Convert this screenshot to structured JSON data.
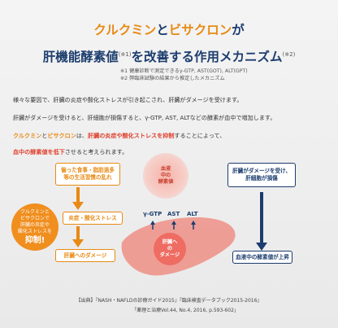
{
  "title": {
    "line1_part1": "クルクミン",
    "line1_part2": "と",
    "line1_part3": "ビサクロン",
    "line1_part4": "が",
    "line2_main": "肝機能酵素値",
    "line2_note1": "(※1)",
    "line2_rest": "を改善する作用メカニズム",
    "line2_note2": "(※2)"
  },
  "notes": {
    "note1": "※1 健康診断で測定できるγ-GTP, AST(GOT), ALT(GPT)",
    "note2": "※2 弊臨床試験の結果から推定したメカニズム"
  },
  "body": {
    "p1": "様々な要因で、肝臓の炎症や酸化ストレスが引き起こされ、肝臓がダメージを受けます。",
    "p2": "肝臓がダメージを受けると、肝細胞が損傷すると、γ-GTP, AST, ALTなどの酵素が血中で増加します。",
    "p3_o1": "クルクミン",
    "p3_mid": "と",
    "p3_n1": "ビサクロン",
    "p3_b": "は、",
    "p3_hl": "肝臓の炎症や酸化ストレスを抑制",
    "p3_end": "することによって、",
    "emph_red": "血中の酵素値を低下",
    "emph_rest": "させると考えられます。"
  },
  "diagram": {
    "box_top_left": "偏った食事・脂肪過多\n等の生活習慣の乱れ",
    "box_mid_left": "炎症・酸化ストレス",
    "box_bottom_left": "肝臓へのダメージ",
    "box_top_right": "肝臓がダメージを受け、\n肝細胞が損傷",
    "box_bottom_right": "血液中の酵素値が上昇",
    "circle_small": "クルクミンと\nビサクロンで\n肝臓の炎症や\n酸化ストレスを",
    "circle_big": "抑制!",
    "bubble": "血液\n中の\n酵素値",
    "enzyme1": "γ-GTP",
    "enzyme2": "AST",
    "enzyme3": "ALT",
    "damage": "肝臓へ\nの\nダメージ"
  },
  "source": {
    "line1": "【出典】『NASH・NAFLDの診療ガイド2015』『臨床検査データブック2015-2016』",
    "line2": "「薬理と治療Vol.44, No.4, 2016, p.593-602」"
  },
  "colors": {
    "orange": "#e88a14",
    "navy": "#1c3d6e",
    "red": "#e0412f",
    "liver": "#ee8f86"
  }
}
